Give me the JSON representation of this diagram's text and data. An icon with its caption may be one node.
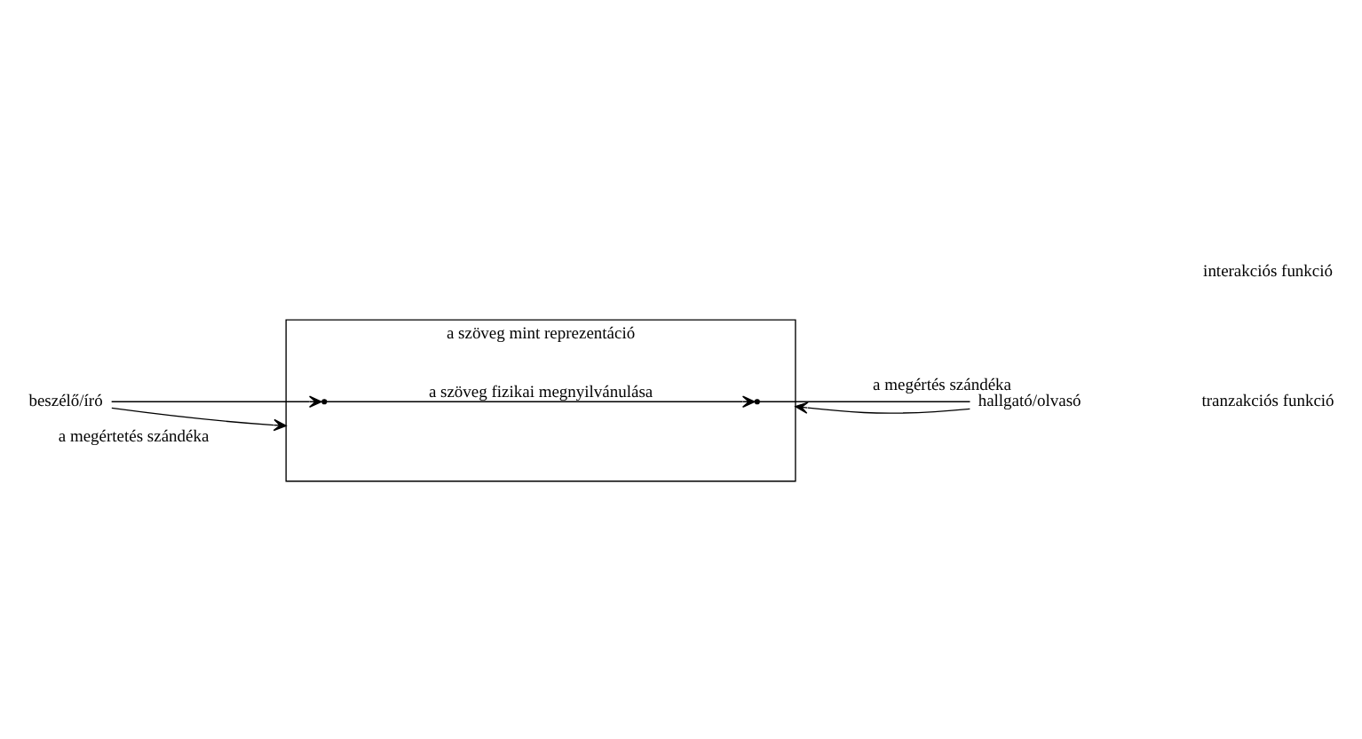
{
  "diagram": {
    "nodes": [
      {
        "text": [
          "a szöveg mint reprezentáció"
        ]
      },
      {
        "text": [
          "beszélő/író"
        ]
      },
      {
        "text": [
          "hallgató/olvasó"
        ]
      },
      {
        "text": [],
        "shape": "point",
        "in": 0
      },
      {
        "text": [],
        "shape": "point",
        "in": 0
      }
    ],
    "edges": [
      {
        "from": 1,
        "to": 0,
        "arrow": "to",
        "label": "a megértetés szándéka"
      },
      {
        "from": 1,
        "to": 3,
        "arrow": "to"
      },
      {
        "from": 3,
        "to": 4,
        "arrow": "to",
        "label": "a szöveg fizikai megnyilvánulása"
      },
      {
        "from": 4,
        "to": 2,
        "arrow": "none"
      },
      {
        "from": 2,
        "to": 0,
        "arrow": "to",
        "label": "a megértés szándéka"
      }
    ],
    "labels": [
      "interakciós funkció",
      "tranzakciós funkció"
    ]
  }
}
